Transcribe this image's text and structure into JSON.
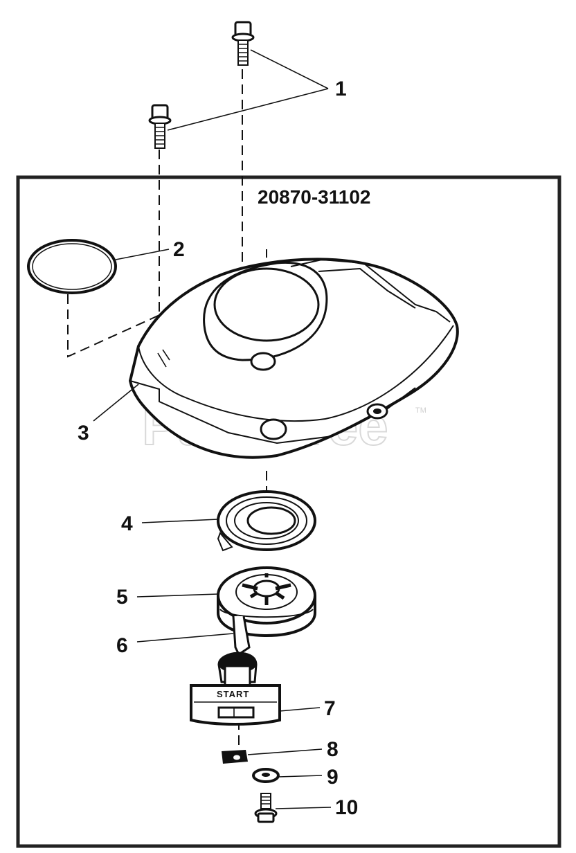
{
  "diagram": {
    "assembly_number": "20870-31102",
    "watermark": "PartsTree",
    "trademark": "TM",
    "start_label": "START",
    "callouts": [
      "1",
      "2",
      "3",
      "4",
      "5",
      "6",
      "7",
      "8",
      "9",
      "10"
    ],
    "colors": {
      "ink": "#111111",
      "watermark": "#d9d9d9",
      "background": "#ffffff"
    }
  }
}
